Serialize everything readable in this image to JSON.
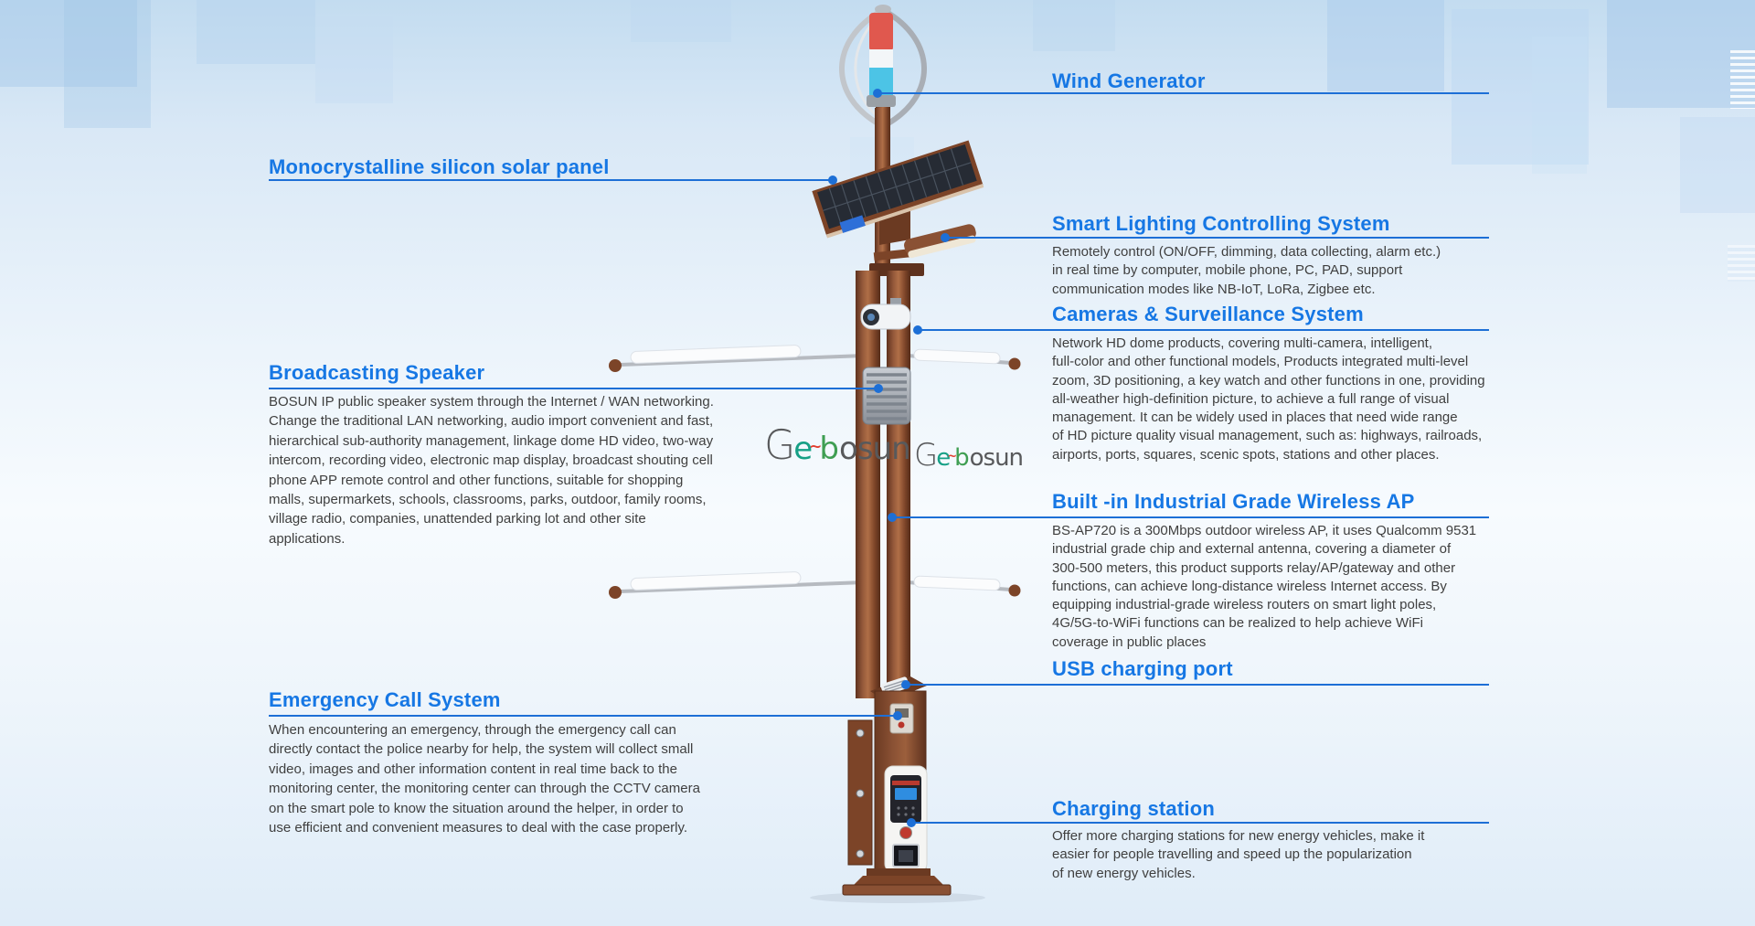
{
  "page": {
    "accent_blue": "#1677e4",
    "leader_line_blue": "#1d6fd6",
    "body_text_color": "#3f3f3f",
    "pole_brown": "#8a5134",
    "background_top": "#c3dcf0",
    "background_bottom": "#dfecf8"
  },
  "logo": {
    "part_g": "G",
    "part_e": "e",
    "part_tilde": "~",
    "part_b": "b",
    "part_rest": "osun",
    "gray": "#58595b",
    "green": "#17a086",
    "red": "#e23d2e"
  },
  "callouts": {
    "wind": {
      "title": "Wind Generator",
      "body": ""
    },
    "solar": {
      "title": "Monocrystalline silicon solar panel",
      "body": ""
    },
    "lighting": {
      "title": "Smart Lighting Controlling System",
      "body": "Remotely control (ON/OFF, dimming, data collecting, alarm etc.)\nin real time by computer, mobile phone, PC, PAD, support\ncommunication modes like NB-IoT, LoRa, Zigbee etc."
    },
    "camera": {
      "title": "Cameras & Surveillance System",
      "body": "Network HD dome products, covering multi-camera, intelligent,\nfull-color and other functional models, Products integrated multi-level\nzoom, 3D positioning, a key watch and other functions in one, providing\n all-weather high-definition picture, to achieve a full range of visual\nmanagement. It can be widely used in places that need wide range\nof HD picture quality visual management, such as: highways, railroads,\nairports, ports, squares, scenic spots, stations and other places."
    },
    "speaker": {
      "title": "Broadcasting Speaker",
      "body": "BOSUN IP public speaker system through the Internet / WAN networking.\nChange the traditional LAN networking, audio import convenient and fast,\nhierarchical sub-authority management, linkage dome HD video, two-way\nintercom, recording video, electronic map display, broadcast shouting cell\nphone APP remote control and other functions, suitable for shopping\nmalls, supermarkets, schools, classrooms, parks, outdoor, family rooms,\nvillage radio, companies, unattended parking lot and other site\napplications."
    },
    "ap": {
      "title": "Built -in Industrial Grade Wireless AP",
      "body": "BS-AP720 is a 300Mbps outdoor wireless AP, it uses Qualcomm 9531\nindustrial grade chip and external antenna, covering a diameter of\n300-500 meters, this product supports relay/AP/gateway and other\nfunctions, can achieve long-distance wireless Internet access. By\nequipping industrial-grade wireless routers on smart light poles,\n4G/5G-to-WiFi functions can be realized to help achieve WiFi\ncoverage in public places"
    },
    "usb": {
      "title": "USB charging port",
      "body": ""
    },
    "emergency": {
      "title": "Emergency Call System",
      "body": "When encountering an emergency, through the emergency call can\ndirectly contact the police nearby for help, the system will collect small\nvideo, images and other information content in real time back to the\nmonitoring center, the monitoring center can through the CCTV camera\non the smart pole to know the situation around the helper, in order to\nuse efficient and convenient measures to deal with the case properly."
    },
    "charging": {
      "title": "Charging station",
      "body": "Offer more charging stations for new energy vehicles, make it\neasier for people travelling and speed up the popularization\nof new energy vehicles."
    }
  }
}
